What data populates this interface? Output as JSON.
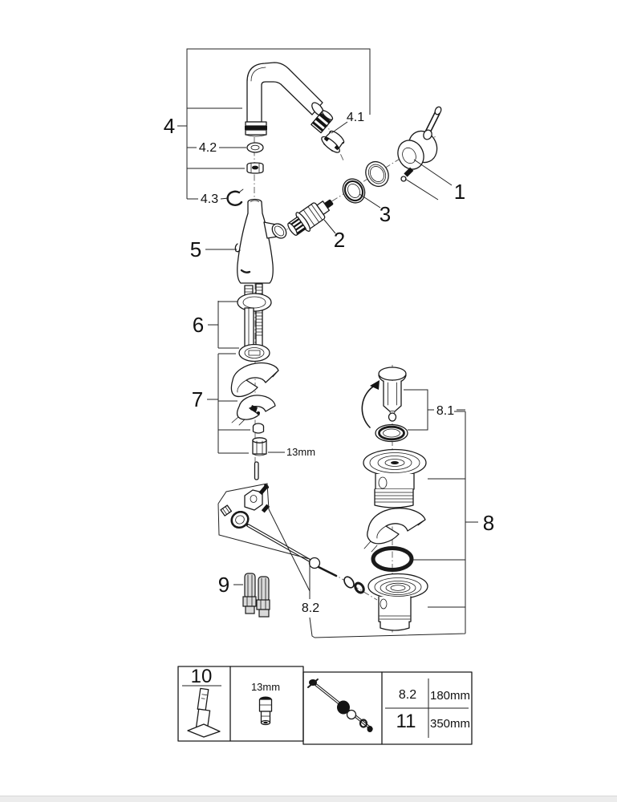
{
  "diagram": {
    "callouts": {
      "n1": "1",
      "n2": "2",
      "n3": "3",
      "n4": "4",
      "n4_1": "4.1",
      "n4_2": "4.2",
      "n4_3": "4.3",
      "n5": "5",
      "n6": "6",
      "n7": "7",
      "n8": "8",
      "n8_1": "8.1",
      "n8_2": "8.2",
      "n9": "9"
    },
    "wrench_size_label": "13mm",
    "legend_table": {
      "tool_ref": "10",
      "socket_size": "13mm",
      "rows": [
        {
          "ref": "8.2",
          "length": "180mm"
        },
        {
          "ref": "11",
          "length": "350mm"
        }
      ]
    },
    "colors": {
      "line": "#1a1a1a",
      "leader": "#222222",
      "background": "#ffffff",
      "footer_bar": "#ececec"
    }
  }
}
